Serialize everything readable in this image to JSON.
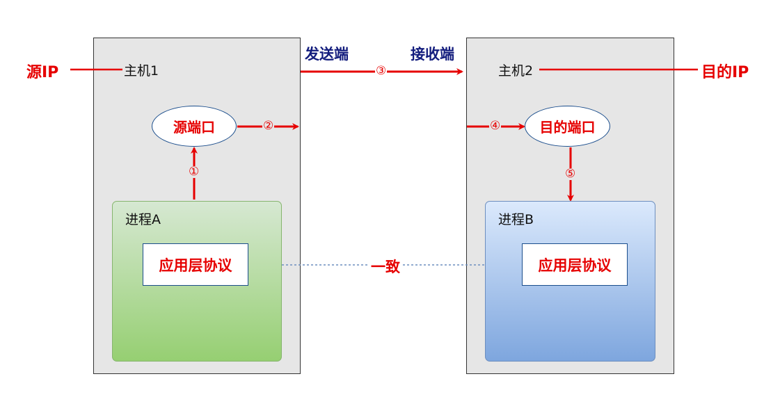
{
  "host1": {
    "label": "主机1",
    "ip_label": "源IP",
    "port_label": "源端口",
    "process": {
      "label": "进程A",
      "protocol": "应用层协议"
    }
  },
  "host2": {
    "label": "主机2",
    "ip_label": "目的IP",
    "port_label": "目的端口",
    "process": {
      "label": "进程B",
      "protocol": "应用层协议"
    }
  },
  "edges": {
    "sender_label": "发送端",
    "receiver_label": "接收端",
    "protocol_link_label": "一致"
  },
  "steps": [
    "①",
    "②",
    "③",
    "④",
    "⑤"
  ],
  "colors": {
    "arrow": "#e60000",
    "host_bg": "#e6e6e6",
    "sender_receiver_text": "#121c7d",
    "dotted_link": "#6c8ebf",
    "process_a": "#96cf72",
    "process_b": "#7ea6de"
  }
}
